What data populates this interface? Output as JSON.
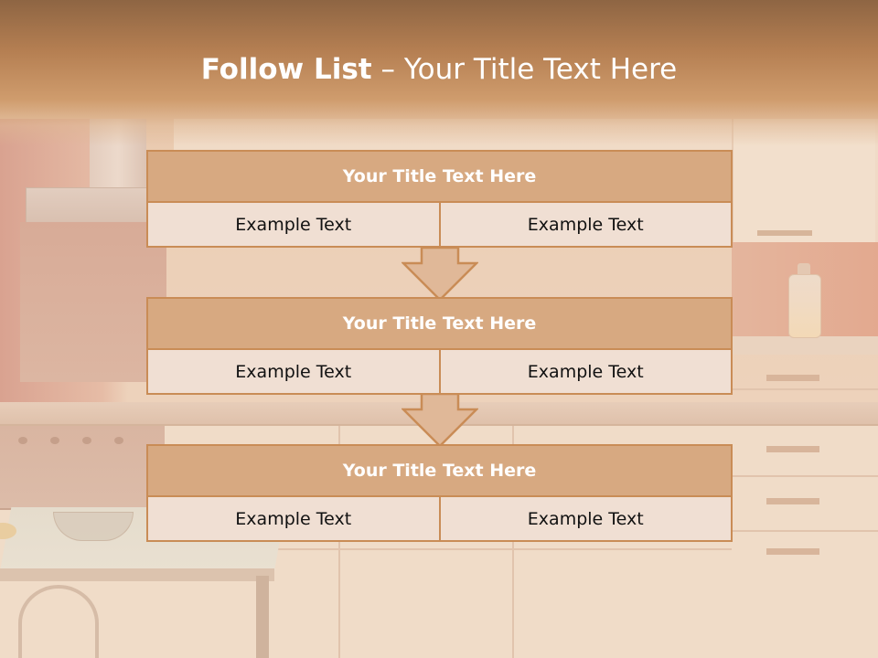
{
  "slide": {
    "title_bold": "Follow List",
    "title_rest": " – Your Title Text Here"
  },
  "blocks": [
    {
      "title": "Your Title Text Here",
      "left": "Example Text",
      "right": "Example Text"
    },
    {
      "title": "Your Title Text Here",
      "left": "Example Text",
      "right": "Example Text"
    },
    {
      "title": "Your Title Text Here",
      "left": "Example Text",
      "right": "Example Text"
    }
  ],
  "colors": {
    "header_fill": "#d7a981",
    "border": "#c98c56",
    "cell_fill": "#f0dfd3",
    "title_text": "#ffffff"
  }
}
